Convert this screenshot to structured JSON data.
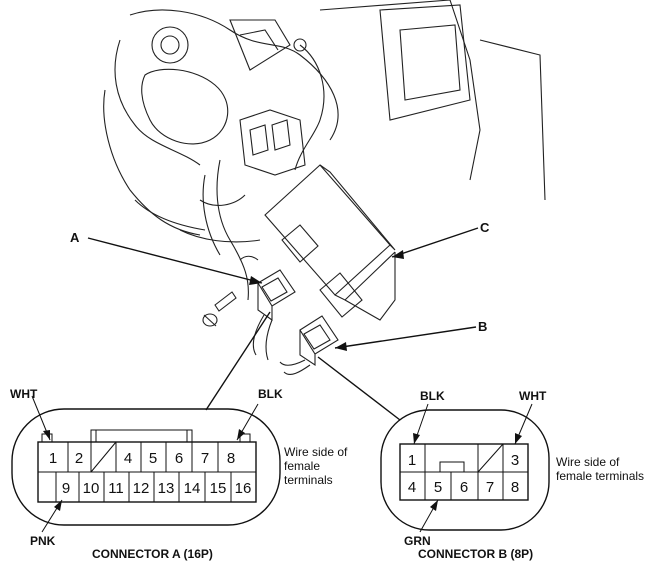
{
  "callouts": {
    "a": "A",
    "b": "B",
    "c": "C"
  },
  "connector_a": {
    "caption": "CONNECTOR A (16P)",
    "wire_top_left": "WHT",
    "wire_top_right": "BLK",
    "wire_bottom": "PNK",
    "note_line1": "Wire side of",
    "note_line2": "female",
    "note_line3": "terminals",
    "pins_top": [
      "1",
      "2",
      "4",
      "5",
      "6",
      "7",
      "8"
    ],
    "pins_bottom": [
      "9",
      "10",
      "11",
      "12",
      "13",
      "14",
      "15",
      "16"
    ]
  },
  "connector_b": {
    "caption": "CONNECTOR B (8P)",
    "wire_top_left": "BLK",
    "wire_top_right": "WHT",
    "wire_bottom": "GRN",
    "note_line1": "Wire side of",
    "note_line2": "female terminals",
    "pins_top": [
      "1",
      "3"
    ],
    "pins_bottom": [
      "4",
      "5",
      "6",
      "7",
      "8"
    ]
  }
}
